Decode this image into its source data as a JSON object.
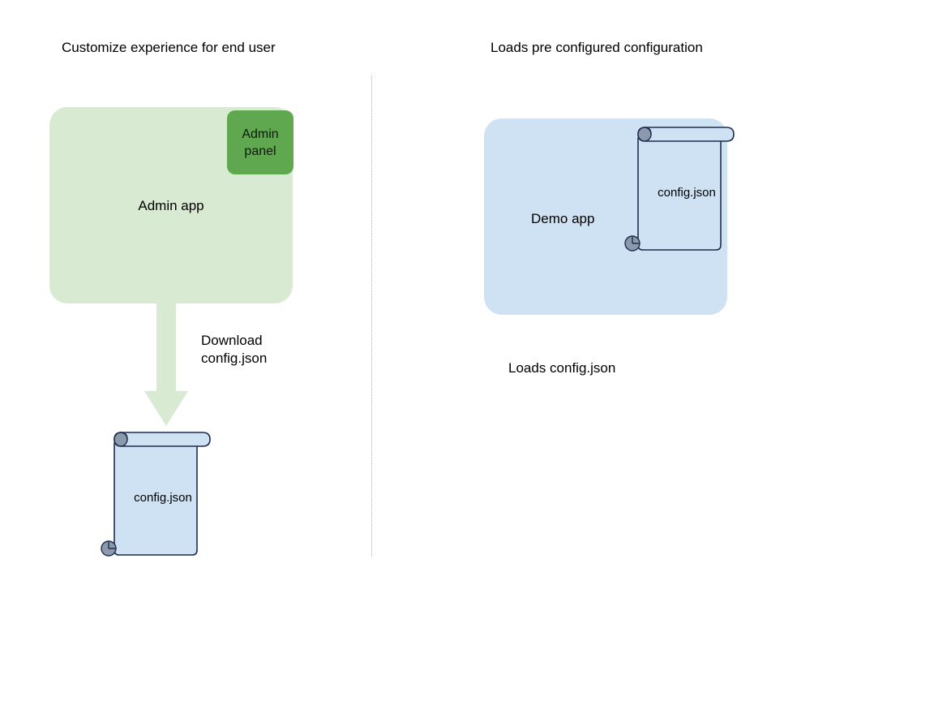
{
  "columns": {
    "left": {
      "title": "Customize experience for end user",
      "app": {
        "label": "Admin app",
        "fill": "#d9ead3"
      },
      "panel": {
        "line1": "Admin",
        "line2": "panel",
        "fill": "#60a84f"
      },
      "arrow": {
        "label_line1": "Download",
        "label_line2": "config.json",
        "fill": "#d9ead3"
      },
      "document": {
        "label": "config.json",
        "fill": "#cfe2f3",
        "stroke": "#1f2d4d",
        "roll_fill": "#8c98ab"
      }
    },
    "right": {
      "title": "Loads pre configured configuration",
      "app": {
        "label": "Demo app",
        "fill": "#cfe2f3"
      },
      "document": {
        "label": "config.json",
        "fill": "#cfe2f3",
        "stroke": "#1f2d4d",
        "roll_fill": "#8c98ab"
      },
      "caption": "Loads config.json"
    }
  },
  "divider": {
    "style": "dotted",
    "color": "#b0b0b0"
  }
}
